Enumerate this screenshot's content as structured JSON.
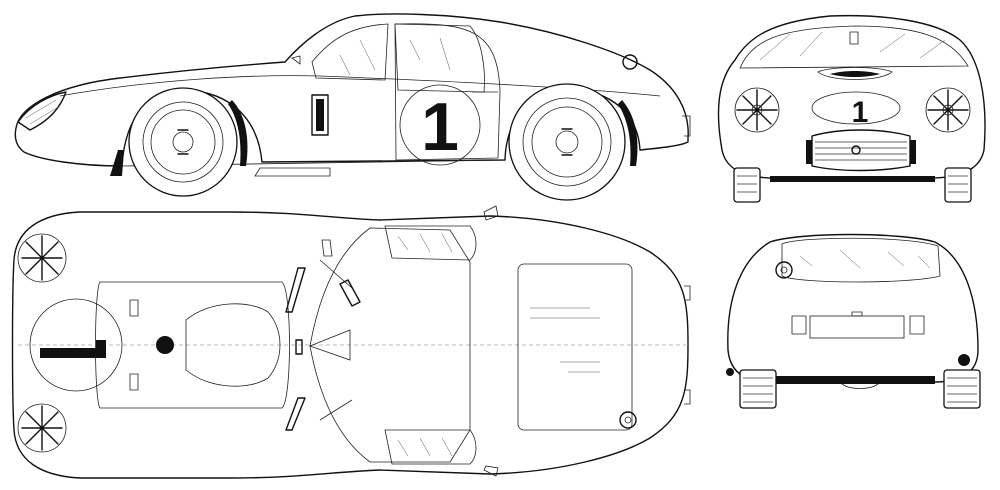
{
  "drawing": {
    "race_number": "1",
    "line_color": "#111111",
    "background_color": "#ffffff",
    "views": [
      "side",
      "front",
      "top",
      "rear"
    ]
  }
}
